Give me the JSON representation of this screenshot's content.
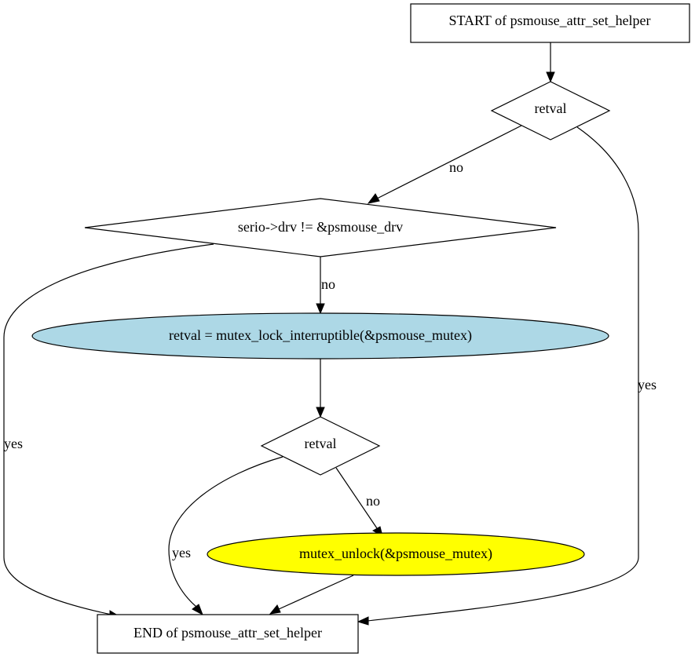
{
  "nodes": {
    "start": {
      "label": "START of psmouse_attr_set_helper"
    },
    "retval1": {
      "label": "retval"
    },
    "serio_check": {
      "label": "serio->drv != &psmouse_drv"
    },
    "mutex_lock": {
      "label": "retval = mutex_lock_interruptible(&psmouse_mutex)",
      "fill": "#add8e6"
    },
    "retval2": {
      "label": "retval"
    },
    "mutex_unlock": {
      "label": "mutex_unlock(&psmouse_mutex)",
      "fill": "#ffff00"
    },
    "end": {
      "label": "END of psmouse_attr_set_helper"
    }
  },
  "edges": {
    "retval1_no": {
      "label": "no"
    },
    "retval1_yes": {
      "label": "yes"
    },
    "serio_no": {
      "label": "no"
    },
    "serio_yes": {
      "label": "yes"
    },
    "retval2_no": {
      "label": "no"
    },
    "retval2_yes": {
      "label": "yes"
    }
  }
}
